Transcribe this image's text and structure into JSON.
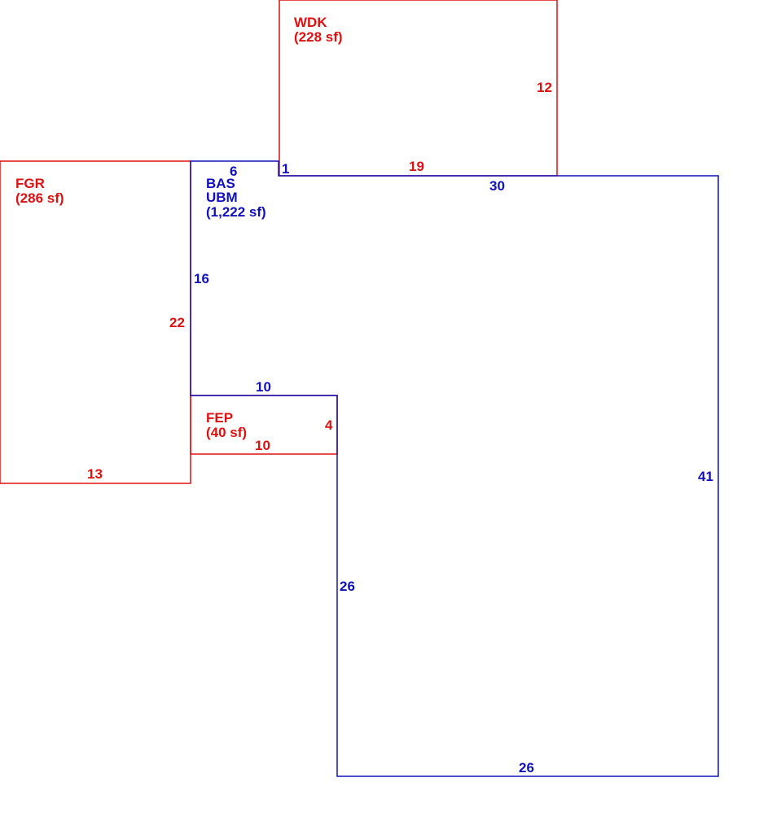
{
  "colors": {
    "red": "#dd1111",
    "blue": "#1111bb"
  },
  "areas": {
    "wdk": {
      "code": "WDK",
      "area": "(228 sf)"
    },
    "fgr": {
      "code": "FGR",
      "area": "(286 sf)"
    },
    "bas": {
      "code": "BAS",
      "code2": "UBM",
      "area": "(1,222 sf)"
    },
    "fep": {
      "code": "FEP",
      "area": "(40 sf)"
    }
  },
  "dimensions": {
    "wdk_right": "12",
    "wdk_bottom": "19",
    "fgr_right": "22",
    "fgr_bottom": "13",
    "bas_top_left": "6",
    "bas_step": "1",
    "bas_top": "30",
    "bas_left": "16",
    "bas_notch_top": "10",
    "bas_right": "41",
    "bas_lower_left": "26",
    "bas_bottom": "26",
    "fep_right": "4",
    "fep_bottom": "10"
  }
}
